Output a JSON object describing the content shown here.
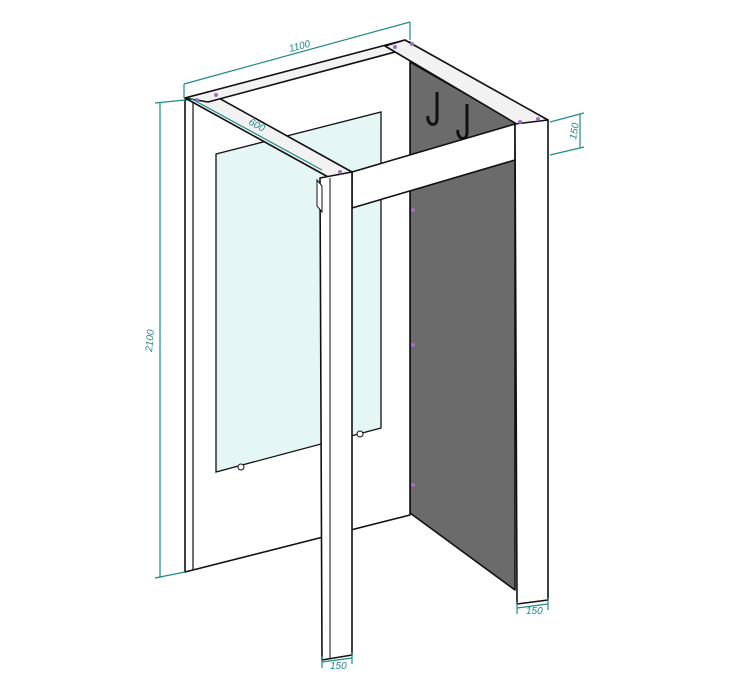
{
  "drawing": {
    "title": "Cabinet frame isometric view",
    "dimensions": {
      "width": "1100",
      "depth": "600",
      "height": "2100",
      "rail_height": "150",
      "front_leg_width": "150",
      "right_leg_width": "150"
    },
    "colors": {
      "dimension": "#1f8a8a",
      "back_panel": "#6b6b6b",
      "glass": "#e4f7f5",
      "frame": "#ffffff"
    }
  }
}
